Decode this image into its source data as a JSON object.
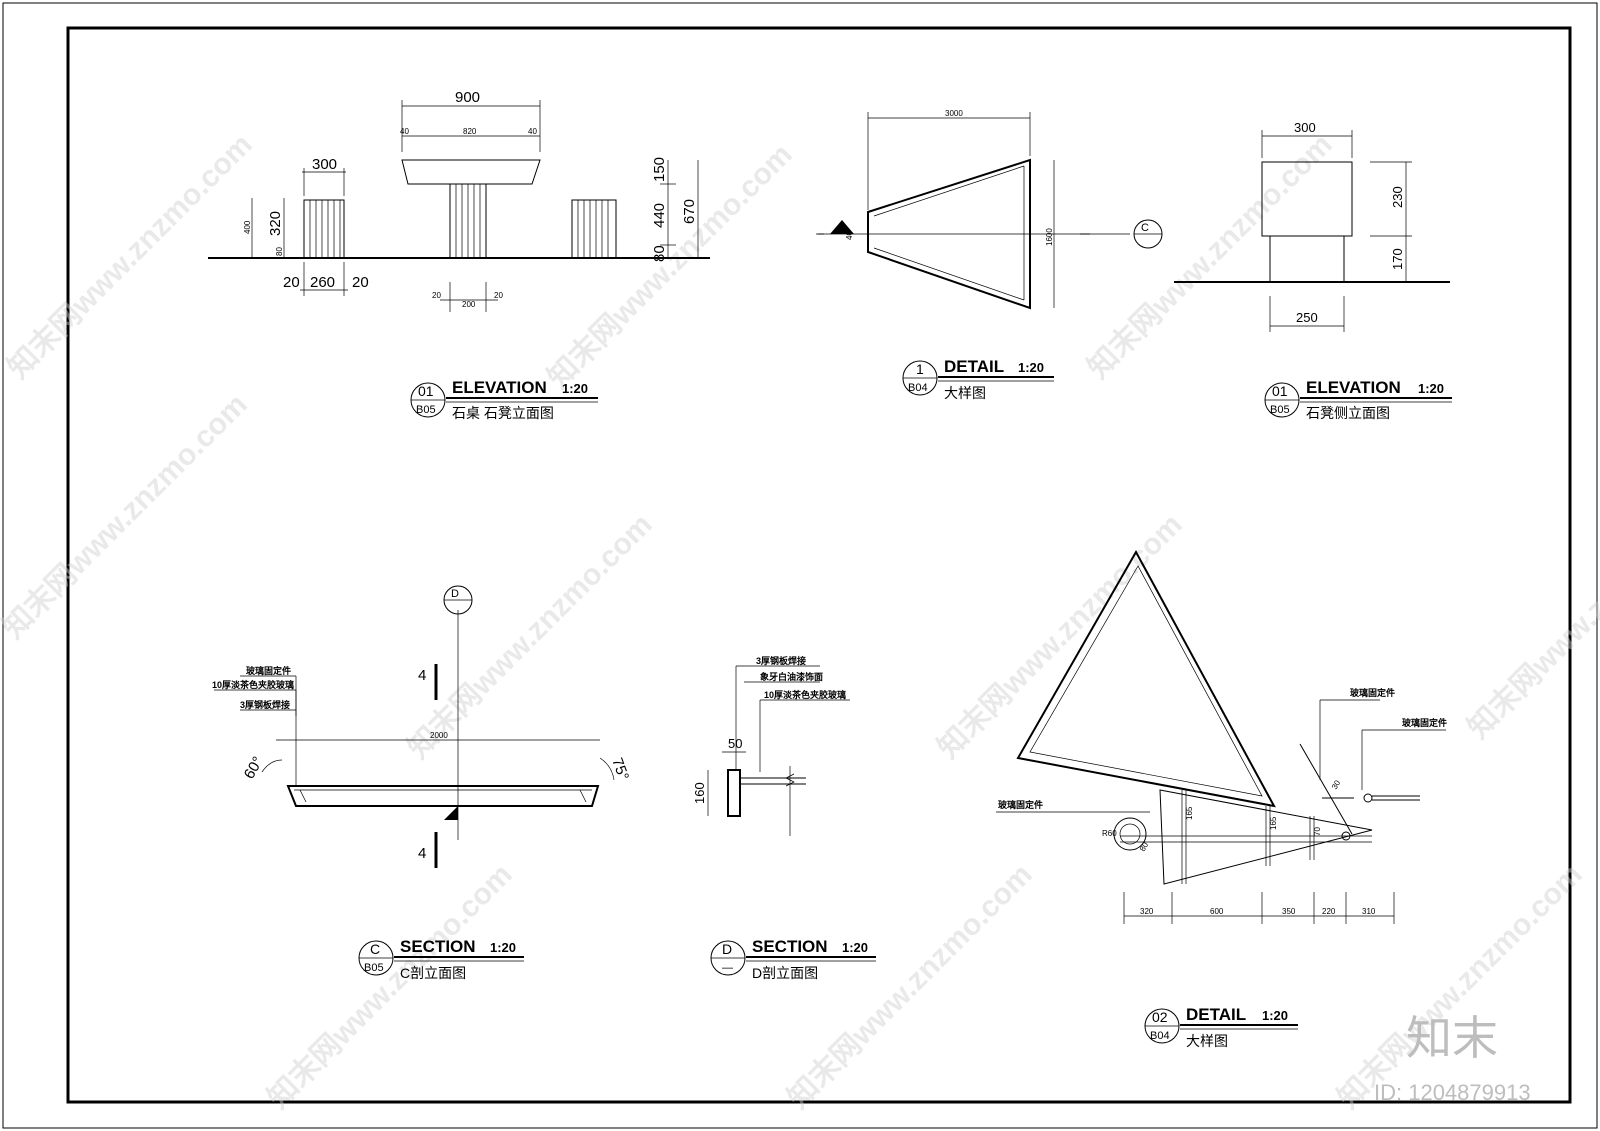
{
  "views": {
    "v1": {
      "bubble_top": "01",
      "bubble_bottom": "B05",
      "heading": "ELEVATION",
      "scale": "1:20",
      "subtitle": "石桌 石凳立面图"
    },
    "v2": {
      "bubble_top": "1",
      "bubble_bottom": "B04",
      "heading": "DETAIL",
      "scale": "1:20",
      "subtitle": "大样图"
    },
    "v3": {
      "bubble_top": "01",
      "bubble_bottom": "B05",
      "heading": "ELEVATION",
      "scale": "1:20",
      "subtitle": "石凳侧立面图"
    },
    "v4": {
      "bubble_top": "C",
      "bubble_bottom": "B05",
      "heading": "SECTION",
      "scale": "1:20",
      "subtitle": "C剖立面图"
    },
    "v5": {
      "bubble_top": "D",
      "bubble_bottom": "—",
      "heading": "SECTION",
      "scale": "1:20",
      "subtitle": "D剖立面图"
    },
    "v6": {
      "bubble_top": "02",
      "bubble_bottom": "B04",
      "heading": "DETAIL",
      "scale": "1:20",
      "subtitle": "大样图"
    }
  },
  "dims": {
    "table_width": "900",
    "table_top_inner": "820",
    "table_top_edge": "40",
    "seat_width": "300",
    "seat_height": "320",
    "seat_total": "400",
    "seat_base": "80",
    "seat_side": "20",
    "seat_core": "260",
    "table_h1": "150",
    "table_h2": "440",
    "table_h3": "80",
    "table_total": "670",
    "leg_side": "20",
    "leg_core": "200",
    "detail_width": "3000",
    "detail_height": "1600",
    "detail_small": "40",
    "side_top": "300",
    "side_h1": "230",
    "side_h2": "170",
    "side_base": "250",
    "sec_c_len": "2000",
    "sec_c_angle_l": "60°",
    "sec_c_angle_r": "75°",
    "cut_mark": "4",
    "sec_d_w": "50",
    "sec_d_h": "160",
    "det2_320": "320",
    "det2_600": "600",
    "det2_350": "350",
    "det2_220": "220",
    "det2_310": "310",
    "det2_r": "R60",
    "det2_small": "80",
    "det2_s1": "165",
    "det2_s2": "165",
    "det2_s3": "70",
    "det2_s4": "30"
  },
  "callouts": {
    "c_ref": "C",
    "d_ref": "D",
    "glass_fix": "玻璃固定件",
    "glass_10": "10厚淡茶色夹胶玻璃",
    "steel_3": "3厚钢板焊接",
    "ivory_paint": "象牙白油漆饰面"
  },
  "watermark": {
    "site": "知末网www.znzmo.com",
    "logo": "知末",
    "id": "ID: 1204879913"
  }
}
